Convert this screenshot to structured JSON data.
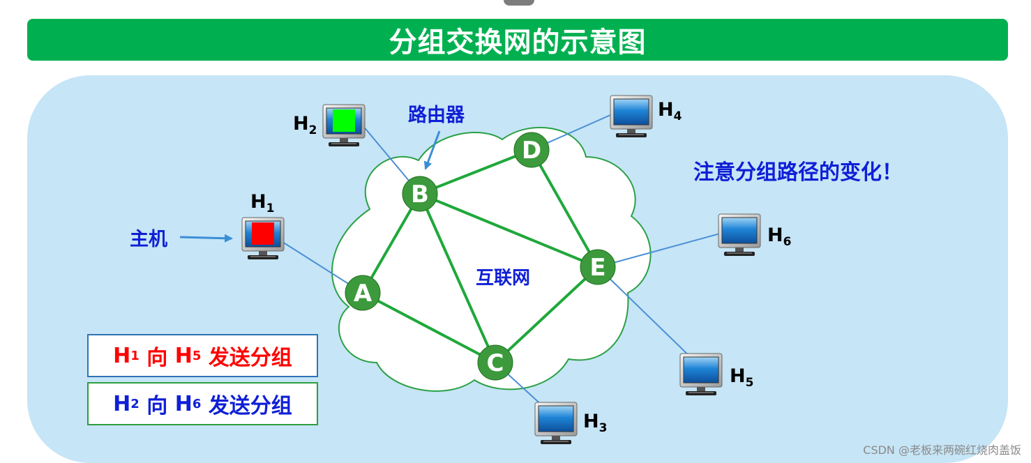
{
  "title": "分组交换网的示意图",
  "callouts": {
    "router": "路由器",
    "host": "主机",
    "internet": "互联网",
    "note": "注意分组路径的变化！"
  },
  "hosts": [
    {
      "id": "H1",
      "letter": "H",
      "sub": "1",
      "screen_color": "#ff0000"
    },
    {
      "id": "H2",
      "letter": "H",
      "sub": "2",
      "screen_color": "#00ff00"
    },
    {
      "id": "H3",
      "letter": "H",
      "sub": "3",
      "screen_color": "#1a7ad0"
    },
    {
      "id": "H4",
      "letter": "H",
      "sub": "4",
      "screen_color": "#1a7ad0"
    },
    {
      "id": "H5",
      "letter": "H",
      "sub": "5",
      "screen_color": "#1a7ad0"
    },
    {
      "id": "H6",
      "letter": "H",
      "sub": "6",
      "screen_color": "#1a7ad0"
    }
  ],
  "routers": [
    "A",
    "B",
    "C",
    "D",
    "E"
  ],
  "links": {
    "router_router": [
      [
        "A",
        "B"
      ],
      [
        "B",
        "D"
      ],
      [
        "B",
        "E"
      ],
      [
        "B",
        "C"
      ],
      [
        "D",
        "E"
      ],
      [
        "E",
        "C"
      ],
      [
        "A",
        "C"
      ]
    ],
    "host_router": [
      [
        "H1",
        "A"
      ],
      [
        "H2",
        "B"
      ],
      [
        "H3",
        "C"
      ],
      [
        "H4",
        "D"
      ],
      [
        "H5",
        "E"
      ],
      [
        "H6",
        "E"
      ]
    ]
  },
  "legend": [
    {
      "from": "H",
      "from_sub": "1",
      "mid": "向",
      "to": "H",
      "to_sub": "5",
      "tail": "发送分组",
      "color": "#ff0000"
    },
    {
      "from": "H",
      "from_sub": "2",
      "mid": "向",
      "to": "H",
      "to_sub": "6",
      "tail": "发送分组",
      "color": "#0f1fd6"
    }
  ],
  "watermark": "CSDN @老板来两碗红烧肉盖饭",
  "colors": {
    "title_bg": "#00b050",
    "panel_bg": "#c6e5f6",
    "router_fill": "#3c9a3c",
    "link_green": "#1fa83a",
    "link_blue": "#4a8fd6",
    "callout_blue": "#0f1fd6"
  }
}
